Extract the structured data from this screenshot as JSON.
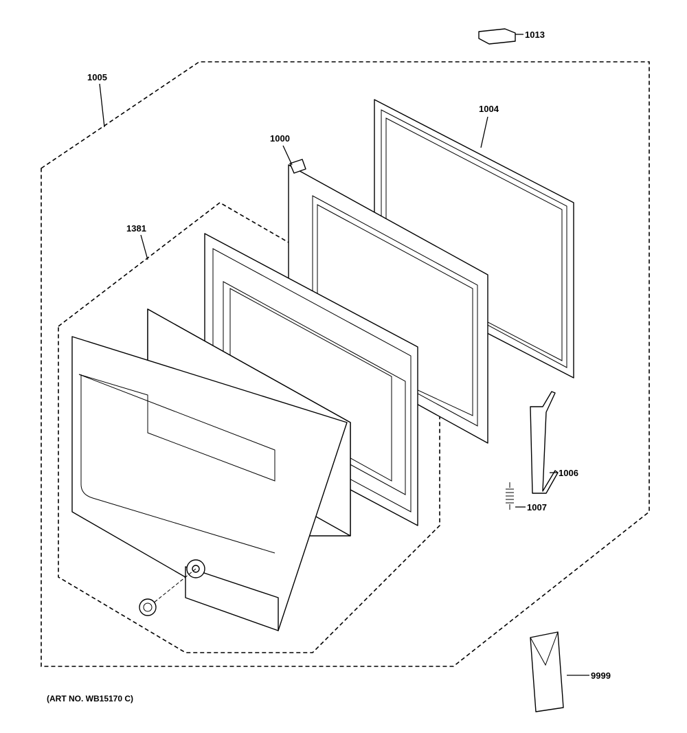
{
  "diagram": {
    "labels": {
      "p1013": "1013",
      "p1005": "1005",
      "p1004": "1004",
      "p1000": "1000",
      "p1381": "1381",
      "p1006": "1006",
      "p1007": "1007",
      "p9999": "9999"
    },
    "art_number": "(ART NO. WB15170 C)"
  }
}
